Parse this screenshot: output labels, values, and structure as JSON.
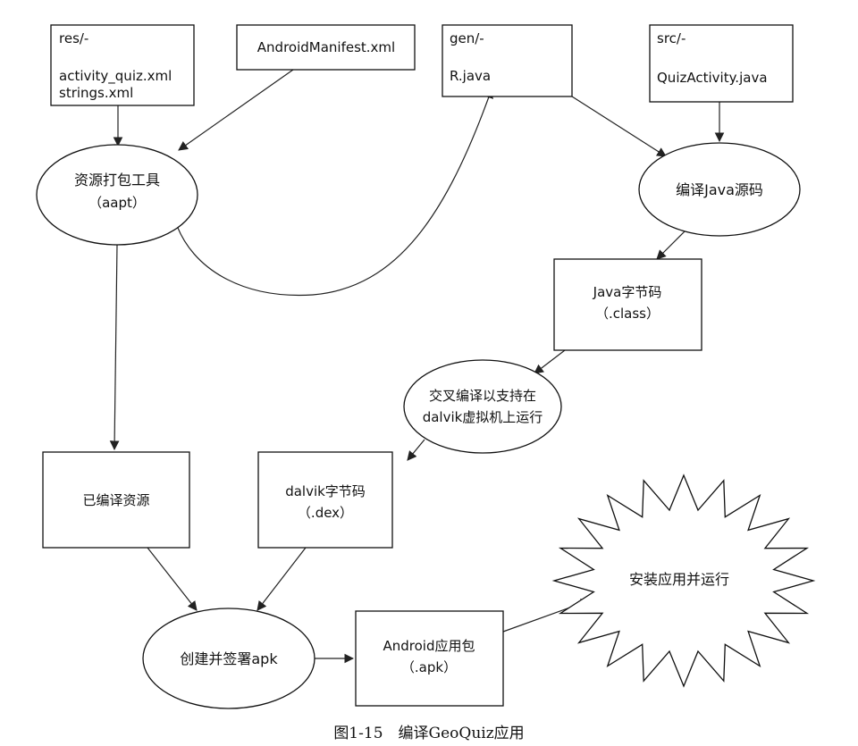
{
  "figure": {
    "caption": "图1-15　编译GeoQuiz应用"
  },
  "nodes": {
    "res_folder": {
      "lines": [
        "res/-",
        "",
        "activity_quiz.xml",
        "strings.xml"
      ]
    },
    "manifest": {
      "lines": [
        "AndroidManifest.xml"
      ]
    },
    "gen_folder": {
      "lines": [
        "gen/-",
        "",
        "R.java"
      ]
    },
    "src_folder": {
      "lines": [
        "src/-",
        "",
        "QuizActivity.java"
      ]
    },
    "aapt": {
      "lines": [
        "资源打包工具",
        "（aapt）"
      ]
    },
    "javac": {
      "lines": [
        "编译Java源码"
      ]
    },
    "java_bytecode": {
      "lines": [
        "Java字节码",
        "（.class）"
      ]
    },
    "dx": {
      "lines": [
        "交叉编译以支持在",
        "dalvik虚拟机上运行"
      ]
    },
    "compiled_res": {
      "lines": [
        "已编译资源"
      ]
    },
    "dalvik_bytecode": {
      "lines": [
        "dalvik字节码",
        "（.dex）"
      ]
    },
    "sign_apk": {
      "lines": [
        "创建并签署apk"
      ]
    },
    "apk_package": {
      "lines": [
        "Android应用包",
        "（.apk）"
      ]
    },
    "install_run": {
      "lines": [
        "安装应用并运行"
      ]
    }
  }
}
